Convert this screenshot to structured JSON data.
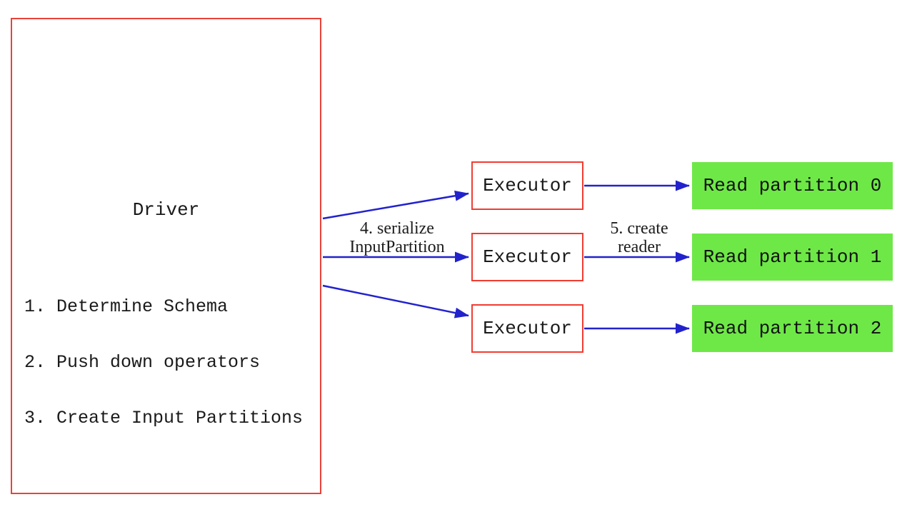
{
  "driver": {
    "title": "Driver",
    "steps": [
      "1. Determine Schema",
      "2. Push down operators",
      "3. Create Input Partitions"
    ]
  },
  "executors": [
    {
      "label": "Executor"
    },
    {
      "label": "Executor"
    },
    {
      "label": "Executor"
    }
  ],
  "partitions": [
    {
      "label": "Read partition 0"
    },
    {
      "label": "Read partition 1"
    },
    {
      "label": "Read partition 2"
    }
  ],
  "arrow_labels": {
    "serialize_line1": "4. serialize",
    "serialize_line2": "InputPartition",
    "reader_line1": "5. create",
    "reader_line2": "reader"
  },
  "colors": {
    "box_border_red": "#e8433a",
    "arrow_blue": "#2222cd",
    "partition_green": "#6ee847",
    "text_black": "#1a1a1a"
  }
}
